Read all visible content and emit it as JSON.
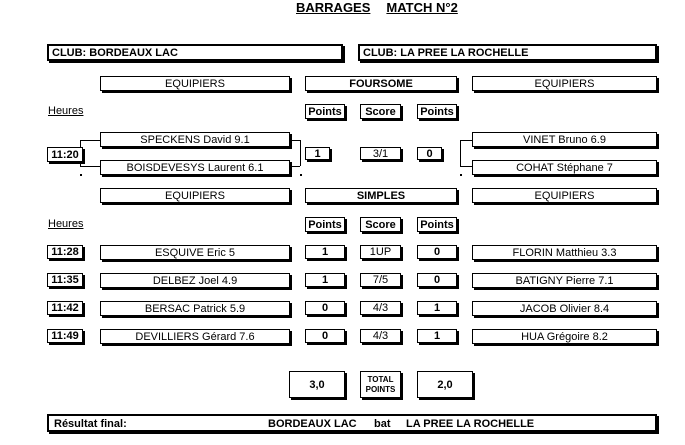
{
  "title": {
    "left": "BARRAGES",
    "right": "MATCH N°2"
  },
  "clubs": {
    "left": "CLUB: BORDEAUX LAC",
    "right": "CLUB: LA PREE LA ROCHELLE"
  },
  "headers": {
    "equipiers": "EQUIPIERS",
    "foursome": "FOURSOME",
    "simples": "SIMPLES",
    "heures": "Heures",
    "points": "Points",
    "score": "Score"
  },
  "foursome": {
    "time": "11:20",
    "left_players": [
      "SPECKENS David  9.1",
      "BOISDEVESYS Laurent  6.1"
    ],
    "right_players": [
      "VINET Bruno  6.9",
      "COHAT Stéphane  7"
    ],
    "left_points": "1",
    "score": "3/1",
    "right_points": "0"
  },
  "simples": [
    {
      "time": "11:28",
      "left_player": "ESQUIVE Eric  5",
      "left_points": "1",
      "score": "1UP",
      "right_points": "0",
      "right_player": "FLORIN Matthieu  3.3"
    },
    {
      "time": "11:35",
      "left_player": "DELBEZ Joel  4.9",
      "left_points": "1",
      "score": "7/5",
      "right_points": "0",
      "right_player": "BATIGNY Pierre  7.1"
    },
    {
      "time": "11:42",
      "left_player": "BERSAC Patrick  5.9",
      "left_points": "0",
      "score": "4/3",
      "right_points": "1",
      "right_player": "JACOB Olivier  8.4"
    },
    {
      "time": "11:49",
      "left_player": "DEVILLIERS Gérard  7.6",
      "left_points": "0",
      "score": "4/3",
      "right_points": "1",
      "right_player": "HUA Grégoire  8.2"
    }
  ],
  "totals": {
    "left": "3,0",
    "label_line1": "TOTAL",
    "label_line2": "POINTS",
    "right": "2,0"
  },
  "final": {
    "label": "Résultat final:",
    "winner": "BORDEAUX LAC",
    "verb": "bat",
    "loser": "LA PREE LA ROCHELLE"
  }
}
